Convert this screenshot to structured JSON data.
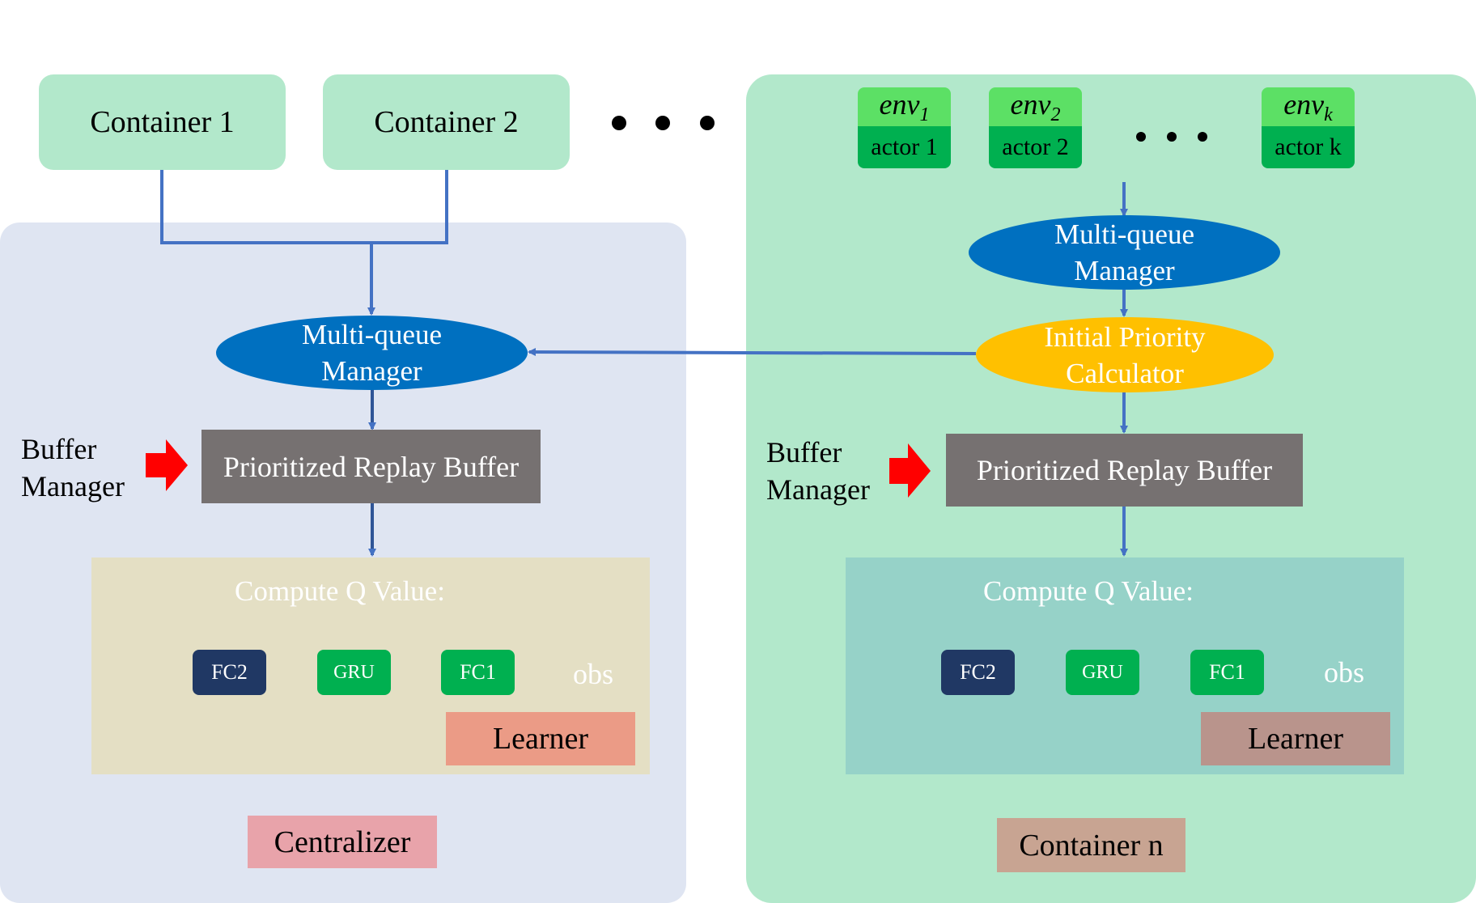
{
  "top_containers": [
    {
      "label": "Container 1"
    },
    {
      "label": "Container 2"
    }
  ],
  "centralizer": {
    "label": "Centralizer",
    "multiqueue": "Multi-queue Manager",
    "buffer_manager": "Buffer Manager",
    "replay_buffer": "Prioritized Replay Buffer",
    "compute_title": "Compute Q Value:",
    "fc2": "FC2",
    "gru": "GRU",
    "fc1": "FC1",
    "obs": "obs",
    "learner": "Learner"
  },
  "container_n": {
    "label": "Container n",
    "envs": [
      {
        "name": "env",
        "sub": "1",
        "actor": "actor 1"
      },
      {
        "name": "env",
        "sub": "2",
        "actor": "actor 2"
      },
      {
        "name": "env",
        "sub": "k",
        "actor": "actor k"
      }
    ],
    "multiqueue": "Multi-queue Manager",
    "priority_calc": "Initial Priority Calculator",
    "buffer_manager": "Buffer Manager",
    "replay_buffer": "Prioritized Replay Buffer",
    "compute_title": "Compute Q Value:",
    "fc2": "FC2",
    "gru": "GRU",
    "fc1": "FC1",
    "obs": "obs",
    "learner": "Learner"
  },
  "colors": {
    "container_green": "#b2e8cb",
    "centralizer_bg": "#dfe5f2",
    "ellipse_blue": "#0070c0",
    "ellipse_yellow": "#ffc000",
    "buffer_gray": "#767171",
    "compute_bg_left": "#e4dfc4",
    "compute_bg_right": "#96d2c8",
    "fc2_navy": "#203864",
    "gru_green": "#00b050",
    "learner_left": "#eb9b86",
    "learner_right": "#b9948c",
    "centralizer_label_bg": "#e8a3aa",
    "container_n_label_bg": "#c8a492",
    "arrow_blue": "#4472c4",
    "red_arrow": "#ff0000"
  }
}
